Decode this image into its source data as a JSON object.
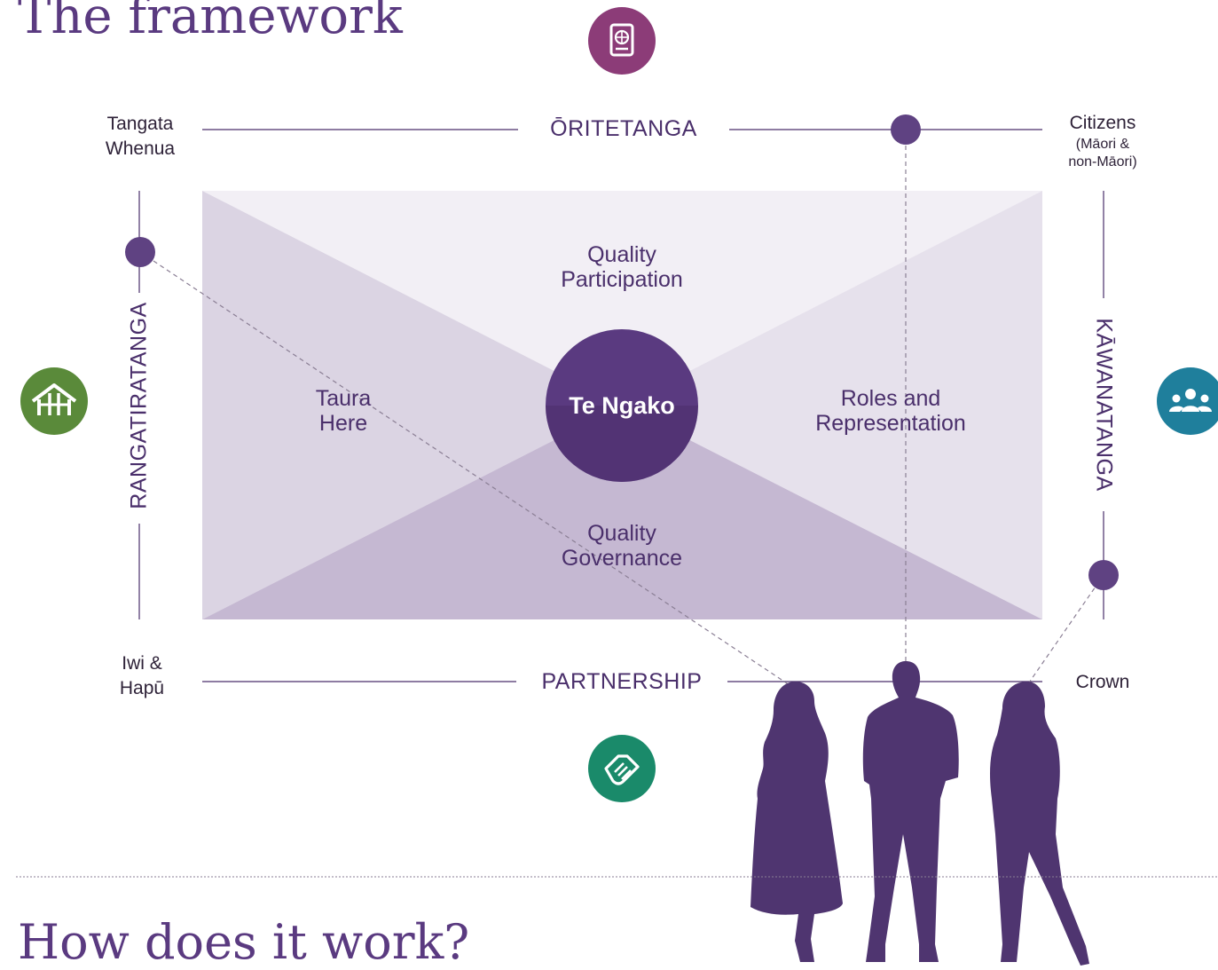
{
  "title": "The framework",
  "subtitle": "How does it work?",
  "axes": {
    "top": "ŌRITETANGA",
    "bottom": "PARTNERSHIP",
    "left": "RANGATIRATANGA",
    "right": "KĀWANATANGA"
  },
  "corners": {
    "top_left_line1": "Tangata",
    "top_left_line2": "Whenua",
    "top_right_title": "Citizens",
    "top_right_sub1": "(Māori &",
    "top_right_sub2": "non-Māori)",
    "bottom_left_line1": "Iwi &",
    "bottom_left_line2": "Hapū",
    "bottom_right": "Crown"
  },
  "regions": {
    "top_line1": "Quality",
    "top_line2": "Participation",
    "left_line1": "Taura",
    "left_line2": "Here",
    "right_line1": "Roles and",
    "right_line2": "Representation",
    "bottom_line1": "Quality",
    "bottom_line2": "Governance",
    "center": "Te Ngako"
  },
  "icons": {
    "top": "passport-icon",
    "left": "marae-house-icon",
    "right": "people-group-icon",
    "bottom": "handshake-icon"
  },
  "colors": {
    "primary_purple": "#5a3a80",
    "dark_purple": "#4a2f6b",
    "passport_bg": "#8c3c78",
    "marae_bg": "#5a8a3a",
    "people_bg": "#1f7f9c",
    "handshake_bg": "#1a8a6a"
  }
}
